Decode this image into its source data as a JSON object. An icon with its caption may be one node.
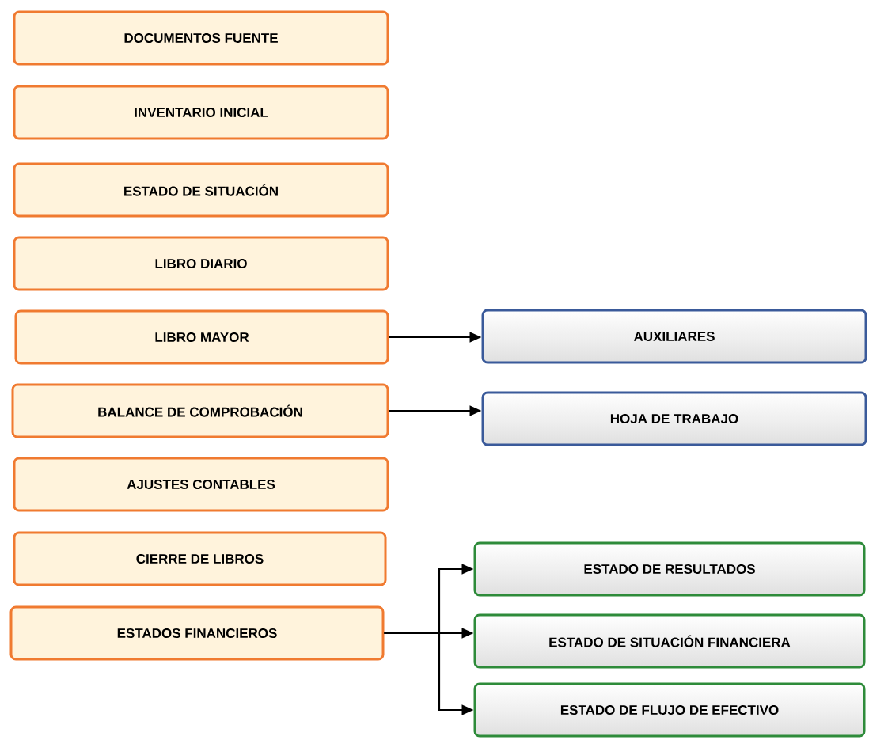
{
  "diagram": {
    "nodes": [
      {
        "text": [
          "DOCUMENTOS FUENTE"
        ]
      },
      {
        "text": [
          "INVENTARIO INICIAL"
        ]
      },
      {
        "text": [
          "ESTADO DE SITUACIÓN"
        ]
      },
      {
        "text": [
          "LIBRO DIARIO"
        ]
      },
      {
        "text": [
          "LIBRO MAYOR"
        ]
      },
      {
        "text": [
          "BALANCE DE COMPROBACIÓN"
        ]
      },
      {
        "text": [
          "AJUSTES CONTABLES"
        ]
      },
      {
        "text": [
          "CIERRE DE LIBROS"
        ]
      },
      {
        "text": [
          "ESTADOS FINANCIEROS"
        ]
      },
      {
        "text": [
          "AUXILIARES"
        ]
      },
      {
        "text": [
          "HOJA DE TRABAJO"
        ]
      },
      {
        "text": [
          "ESTADO DE RESULTADOS"
        ]
      },
      {
        "text": [
          "ESTADO DE SITUACIÓN FINANCIERA"
        ]
      },
      {
        "text": [
          "ESTADO DE FLUJO DE EFECTIVO"
        ]
      }
    ],
    "edges": [
      {
        "from": 4,
        "to": 9,
        "arrow": "to"
      },
      {
        "from": 5,
        "to": 10,
        "arrow": "to"
      },
      {
        "from": 8,
        "to": 11,
        "arrow": "to"
      },
      {
        "from": 8,
        "to": 12,
        "arrow": "to"
      },
      {
        "from": 8,
        "to": 13,
        "arrow": "to"
      }
    ]
  }
}
